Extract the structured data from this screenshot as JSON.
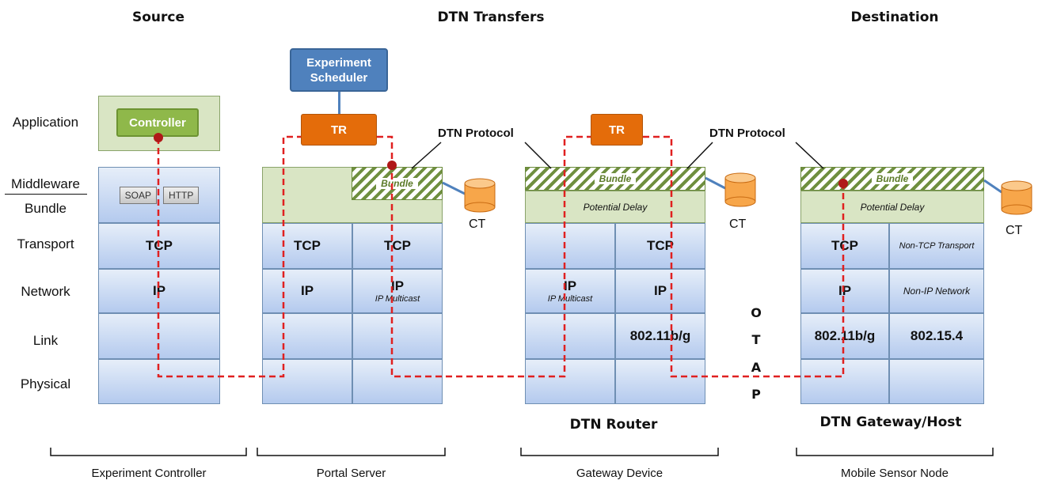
{
  "headers": {
    "source": "Source",
    "dtn_transfers": "DTN Transfers",
    "destination": "Destination"
  },
  "layers": {
    "application": "Application",
    "middleware": "Middleware",
    "bundle": "Bundle",
    "transport": "Transport",
    "network": "Network",
    "link": "Link",
    "physical": "Physical"
  },
  "scheduler": {
    "line1": "Experiment",
    "line2": "Scheduler"
  },
  "controller": "Controller",
  "soap": "SOAP",
  "http": "HTTP",
  "tr": "TR",
  "dtn_protocol": "DTN Protocol",
  "bundle": "Bundle",
  "potential_delay": "Potential Delay",
  "ct": "CT",
  "tcp": "TCP",
  "ip": "IP",
  "ip_multicast": "IP Multicast",
  "wifi": "802.11b/g",
  "zigbee": "802.15.4",
  "non_tcp": "Non-TCP Transport",
  "non_ip": "Non-IP Network",
  "otap": [
    "O",
    "T",
    "A",
    "P"
  ],
  "node_titles": {
    "router": "DTN Router",
    "gateway": "DTN Gateway/Host"
  },
  "bottom": {
    "controller": "Experiment Controller",
    "portal": "Portal Server",
    "gateway": "Gateway Device",
    "sensor": "Mobile Sensor Node"
  },
  "colors": {
    "path": "#e02020",
    "tr": "#e46c0a",
    "scheduler": "#4f81bd",
    "controller": "#8fb84a",
    "stack": "#c6d7f1",
    "green": "#d9e5c4"
  }
}
